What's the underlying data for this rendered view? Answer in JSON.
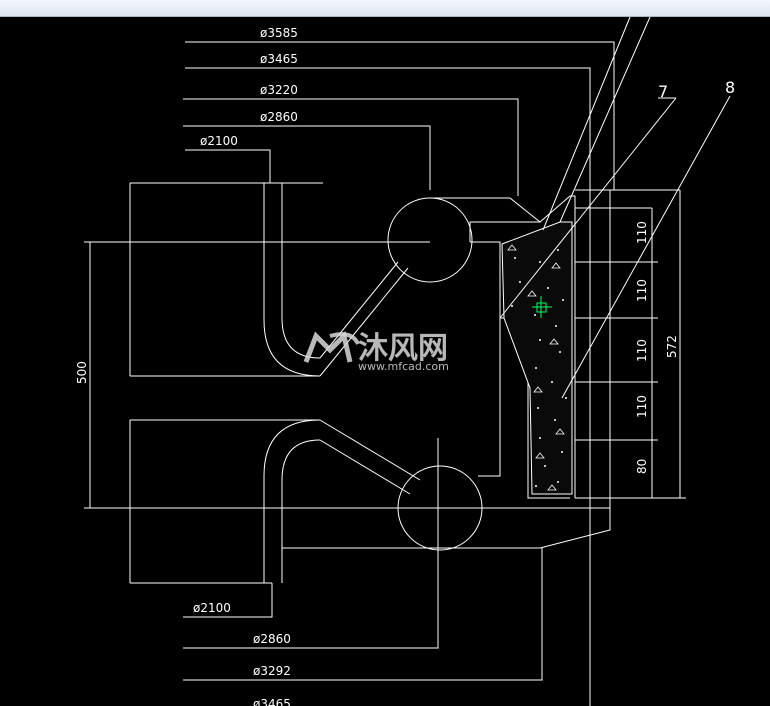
{
  "window": {
    "titlebar_color": "#e6edf5"
  },
  "drawing": {
    "background": "#000000",
    "line_color": "#ffffff",
    "cursor_color": "#00ff66",
    "callouts": {
      "c7": "7",
      "c8": "8"
    },
    "top_dims": {
      "d1": "ø3585",
      "d2": "ø3465",
      "d3": "ø3220",
      "d4": "ø2860",
      "d5": "ø2100"
    },
    "bottom_dims": {
      "b1": "ø2100",
      "b2": "ø2860",
      "b3": "ø3292",
      "b4": "ø3465"
    },
    "left_dim": "500",
    "right_dims": {
      "r1": "110",
      "r2": "110",
      "r3": "110",
      "r4": "110",
      "r5": "80",
      "total": "572"
    }
  },
  "watermark": {
    "text_cn": "沐风网",
    "url": "www.mfcad.com",
    "icon": "mf-logo-icon"
  }
}
